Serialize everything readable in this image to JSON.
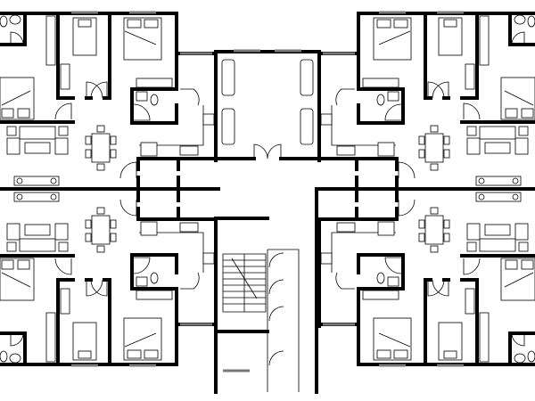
{
  "diagram": {
    "type": "architectural-floor-plan",
    "units": 4,
    "rooms_per_unit": [
      "bedroom",
      "bedroom",
      "bedroom",
      "bathroom",
      "bathroom",
      "living-room",
      "dining",
      "kitchen"
    ],
    "shared_spaces": [
      "lounge",
      "staircase",
      "corridor"
    ],
    "colors": {
      "wall": "#000000",
      "background": "#ffffff",
      "window": "#777777",
      "furniture_outline": "#000000"
    }
  }
}
